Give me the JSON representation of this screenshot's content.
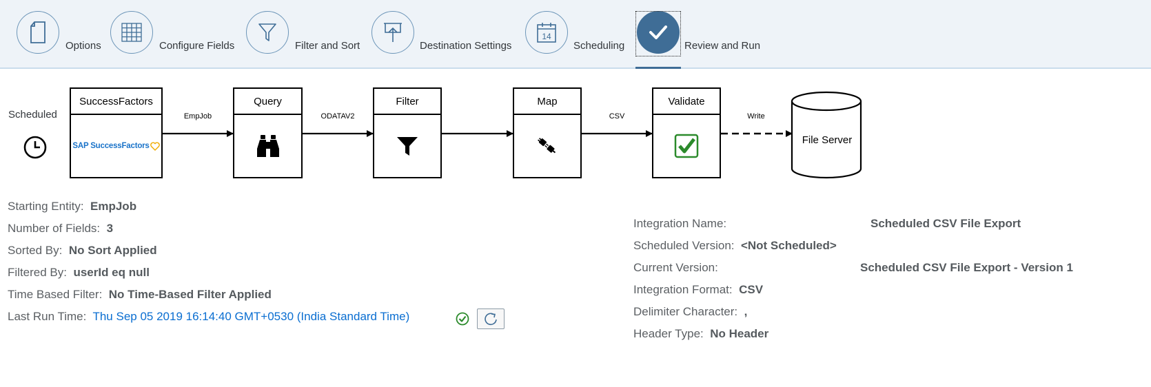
{
  "wizard": {
    "steps": [
      {
        "label": "Options",
        "icon": "document-icon"
      },
      {
        "label": "Configure Fields",
        "icon": "table-grid-icon"
      },
      {
        "label": "Filter and Sort",
        "icon": "filter-icon"
      },
      {
        "label": "Destination Settings",
        "icon": "upload-icon"
      },
      {
        "label": "Scheduling",
        "icon": "calendar-icon",
        "calendar_day": "14"
      },
      {
        "label": "Review and Run",
        "icon": "checkmark-icon",
        "active": true
      }
    ]
  },
  "flow": {
    "scheduled_label": "Scheduled",
    "nodes": [
      {
        "title": "SuccessFactors",
        "logo_text": "SAP SuccessFactors"
      },
      {
        "title": "Query"
      },
      {
        "title": "Filter"
      },
      {
        "title": "Map"
      },
      {
        "title": "Validate"
      }
    ],
    "edges": [
      "EmpJob",
      "ODATAV2",
      "",
      "CSV",
      "Write"
    ],
    "destination": "File Server"
  },
  "details_left": {
    "starting_entity": {
      "label": "Starting Entity:",
      "value": "EmpJob"
    },
    "number_of_fields": {
      "label": "Number of Fields:",
      "value": "3"
    },
    "sorted_by": {
      "label": "Sorted By:",
      "value": "No Sort Applied"
    },
    "filtered_by": {
      "label": "Filtered By:",
      "value": "userId eq null"
    },
    "time_based_filter": {
      "label": "Time Based Filter:",
      "value": "No Time-Based Filter Applied"
    },
    "last_run_time": {
      "label": "Last Run Time:",
      "value": "Thu Sep 05 2019 16:14:40 GMT+0530 (India Standard Time)"
    }
  },
  "details_right": {
    "integration_name": {
      "label": "Integration Name:",
      "value": "Scheduled CSV File Export"
    },
    "scheduled_version": {
      "label": "Scheduled Version:",
      "value": "<Not Scheduled>"
    },
    "current_version": {
      "label": "Current Version:",
      "value": "Scheduled CSV File Export - Version 1"
    },
    "integration_format": {
      "label": "Integration Format:",
      "value": "CSV"
    },
    "delimiter_character": {
      "label": "Delimiter Character:",
      "value": ","
    },
    "header_type": {
      "label": "Header Type:",
      "value": "No Header"
    }
  },
  "colors": {
    "accent": "#3f6d96",
    "link": "#0a6ed1",
    "success": "#2b8a2b",
    "header_bg": "#eef3f8"
  }
}
